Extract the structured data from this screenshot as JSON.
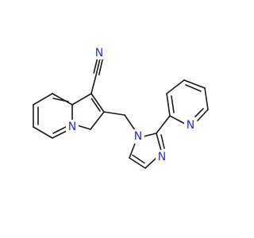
{
  "molecule": {
    "atom_labels": {
      "nitrile_n": "N",
      "indolizine_n": "N",
      "imidazole_n1": "N",
      "imidazole_n3": "N",
      "pyridine_n": "N"
    },
    "colors": {
      "nitrogen": "#2b2bdc",
      "bond": "#1a1a1a",
      "background": "#ffffff"
    }
  }
}
